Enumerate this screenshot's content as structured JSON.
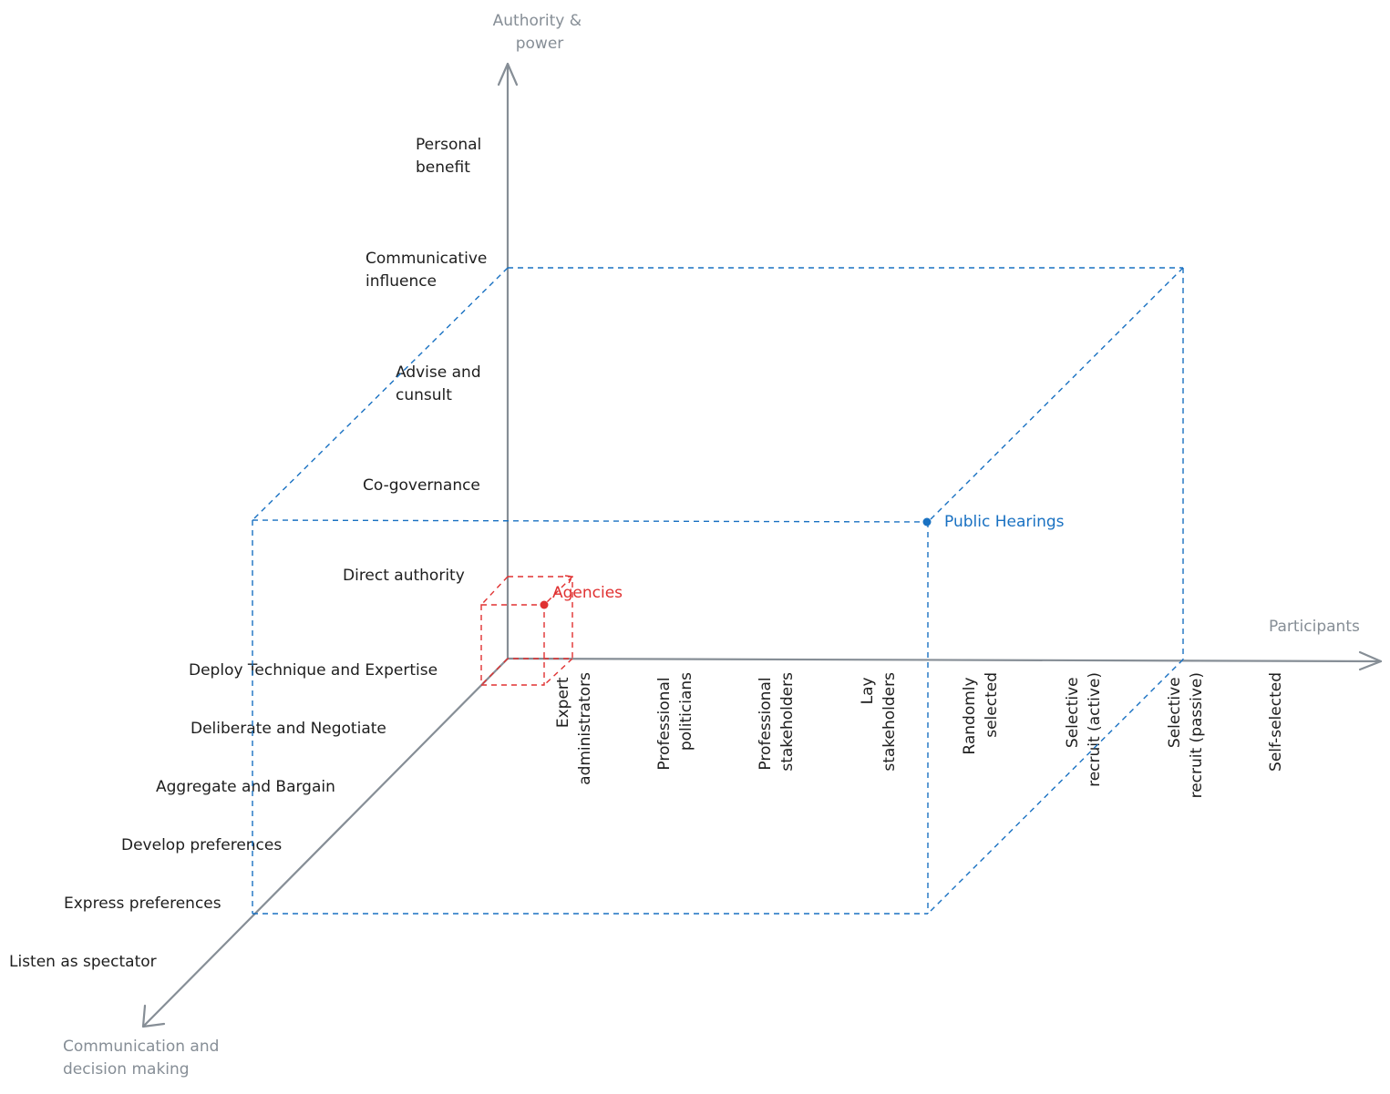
{
  "axes": {
    "vertical_title": [
      "Authority &",
      "power"
    ],
    "horizontal_title": "Participants",
    "diagonal_title": [
      "Communication and",
      "decision making"
    ]
  },
  "authority_levels": [
    [
      "Personal",
      "benefit"
    ],
    [
      "Communicative",
      "influence"
    ],
    [
      "Advise and",
      "cunsult"
    ],
    [
      "Co-governance"
    ],
    [
      "Direct authority"
    ]
  ],
  "communication_modes": [
    "Deploy Technique and Expertise",
    "Deliberate and Negotiate",
    "Aggregate and Bargain",
    "Develop preferences",
    "Express preferences",
    "Listen as spectator"
  ],
  "participants": [
    [
      "Expert",
      "administrators"
    ],
    [
      "Professional",
      "politicians"
    ],
    [
      "Professional",
      "stakeholders"
    ],
    [
      "Lay",
      "stakeholders"
    ],
    [
      "Randomly",
      "selected"
    ],
    [
      "Selective",
      "recruit (active)"
    ],
    [
      "Selective",
      "recruit (passive)"
    ],
    [
      "Self-selected"
    ]
  ],
  "points": {
    "public_hearings": "Public Hearings",
    "agencies": "Agencies"
  },
  "colors": {
    "axis": "#868e96",
    "text": "#1e1e1e",
    "public_hearings": "#1971c2",
    "agencies": "#e03131"
  }
}
